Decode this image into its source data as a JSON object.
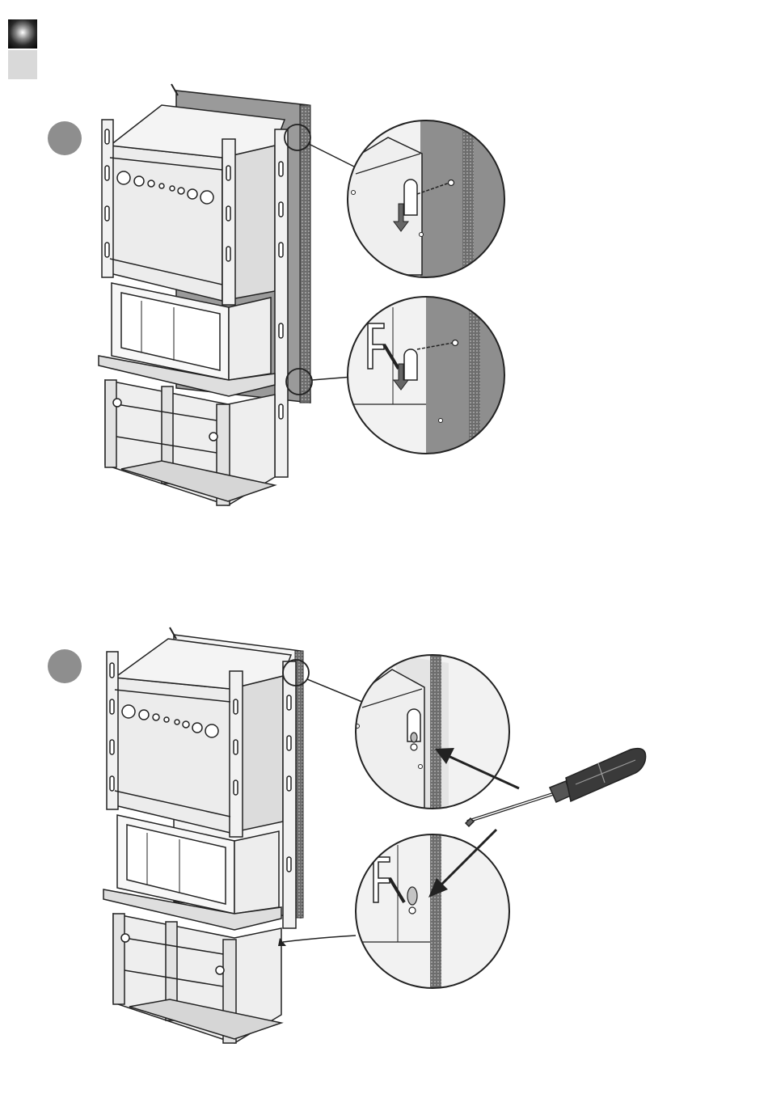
{
  "page": {
    "icons": [
      "gradient-square-mark",
      "gray-square-mark",
      "step-circle-1",
      "step-circle-2",
      "screwdriver-icon",
      "arrow-icon"
    ],
    "colors": {
      "steel": "#c9c9c9",
      "outline": "#222222",
      "panel": "#8e8e8e",
      "step_badge": "#8e8e8e",
      "seal": "#555555"
    }
  },
  "steps": [
    {
      "id": "step-1",
      "detail_views": [
        "top-keyhole-detail",
        "bottom-keyhole-detail"
      ]
    },
    {
      "id": "step-2",
      "detail_views": [
        "top-screw-detail",
        "bottom-screw-detail"
      ],
      "tool": "screwdriver"
    }
  ]
}
